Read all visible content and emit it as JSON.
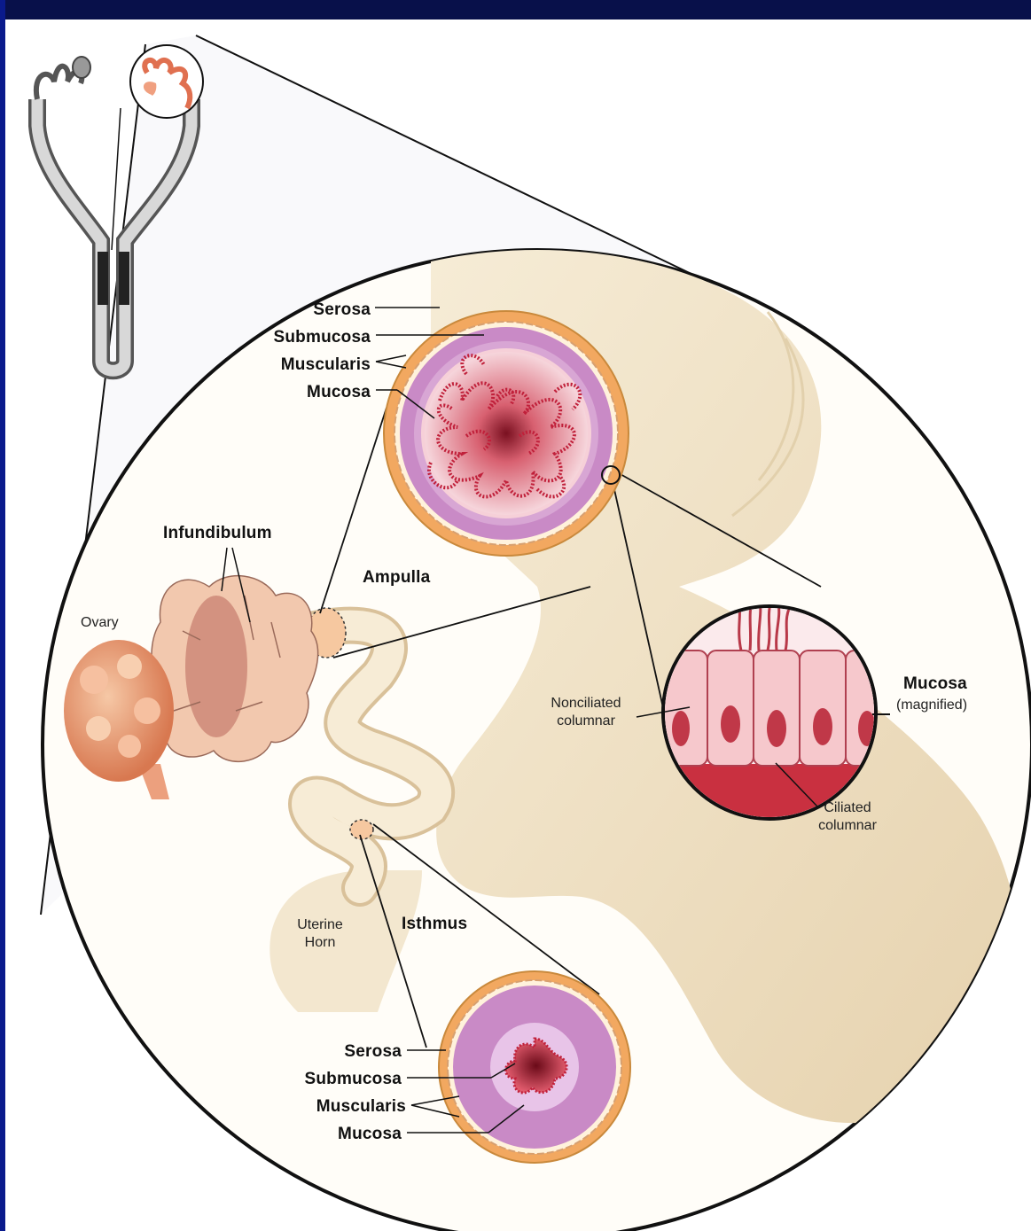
{
  "colors": {
    "header_bar": "#08104a",
    "left_border": "#0a1a8c",
    "tube_cream": "#efe2c6",
    "serosa_orange": "#f0b070",
    "muscularis_purple": "#c98ac6",
    "mucosa_red": "#c0203a",
    "infundibulum_pink": "#f0c4a8",
    "ovary_orange": "#e89a70"
  },
  "icons": {
    "overview": "female-reproductive-tract-icon",
    "ovary": "ovary-illustration",
    "tube": "oviduct-illustration"
  },
  "labels": {
    "ampulla_section": {
      "serosa": "Serosa",
      "submucosa": "Submucosa",
      "muscularis": "Muscularis",
      "mucosa": "Mucosa"
    },
    "infundibulum": "Infundibulum",
    "ampulla": "Ampulla",
    "ovary": "Ovary",
    "nonciliated_line1": "Nonciliated",
    "nonciliated_line2": "columnar",
    "mucosa_magnified_title": "Mucosa",
    "mucosa_magnified_sub": "(magnified)",
    "ciliated_line1": "Ciliated",
    "ciliated_line2": "columnar",
    "uterine_line1": "Uterine",
    "uterine_line2": "Horn",
    "isthmus": "Isthmus",
    "isthmus_section": {
      "serosa": "Serosa",
      "submucosa": "Submucosa",
      "muscularis": "Muscularis",
      "mucosa": "Mucosa"
    }
  }
}
